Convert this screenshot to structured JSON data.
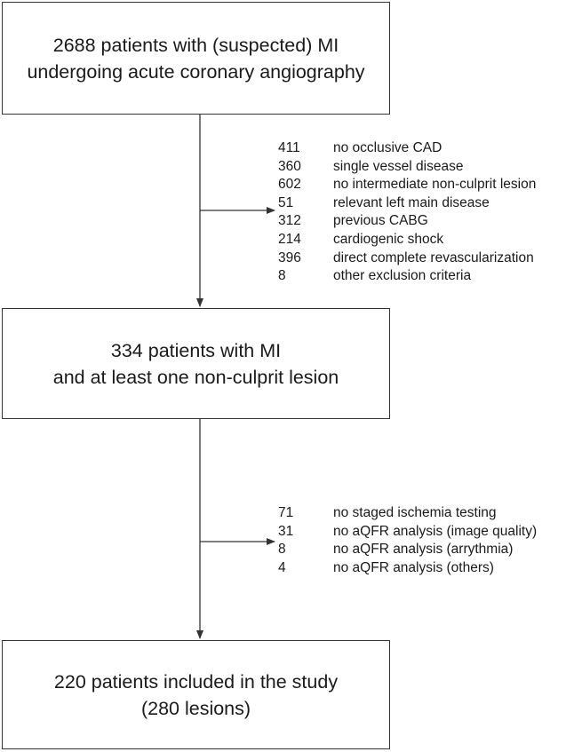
{
  "boxes": {
    "start": {
      "line1": "2688 patients with (suspected) MI",
      "line2": "undergoing acute coronary angiography"
    },
    "middle": {
      "line1": "334 patients with MI",
      "line2": "and at least one non-culprit lesion"
    },
    "final": {
      "line1": "220 patients included in the study",
      "line2": "(280 lesions)"
    }
  },
  "exclusions_1": [
    {
      "count": "411",
      "reason": "no occlusive CAD"
    },
    {
      "count": "360",
      "reason": "single vessel disease"
    },
    {
      "count": "602",
      "reason": "no intermediate non-culprit lesion"
    },
    {
      "count": "51",
      "reason": "relevant left main disease"
    },
    {
      "count": "312",
      "reason": "previous CABG"
    },
    {
      "count": "214",
      "reason": "cardiogenic shock"
    },
    {
      "count": "396",
      "reason": "direct complete revascularization"
    },
    {
      "count": "8",
      "reason": "other exclusion criteria"
    }
  ],
  "exclusions_2": [
    {
      "count": "71",
      "reason": "no staged ischemia testing"
    },
    {
      "count": "31",
      "reason": "no aQFR analysis (image quality)"
    },
    {
      "count": "8",
      "reason": "no aQFR analysis (arrythmia)"
    },
    {
      "count": "4",
      "reason": "no aQFR analysis (others)"
    }
  ],
  "colors": {
    "line": "#333333",
    "text": "#1a1a1a"
  }
}
